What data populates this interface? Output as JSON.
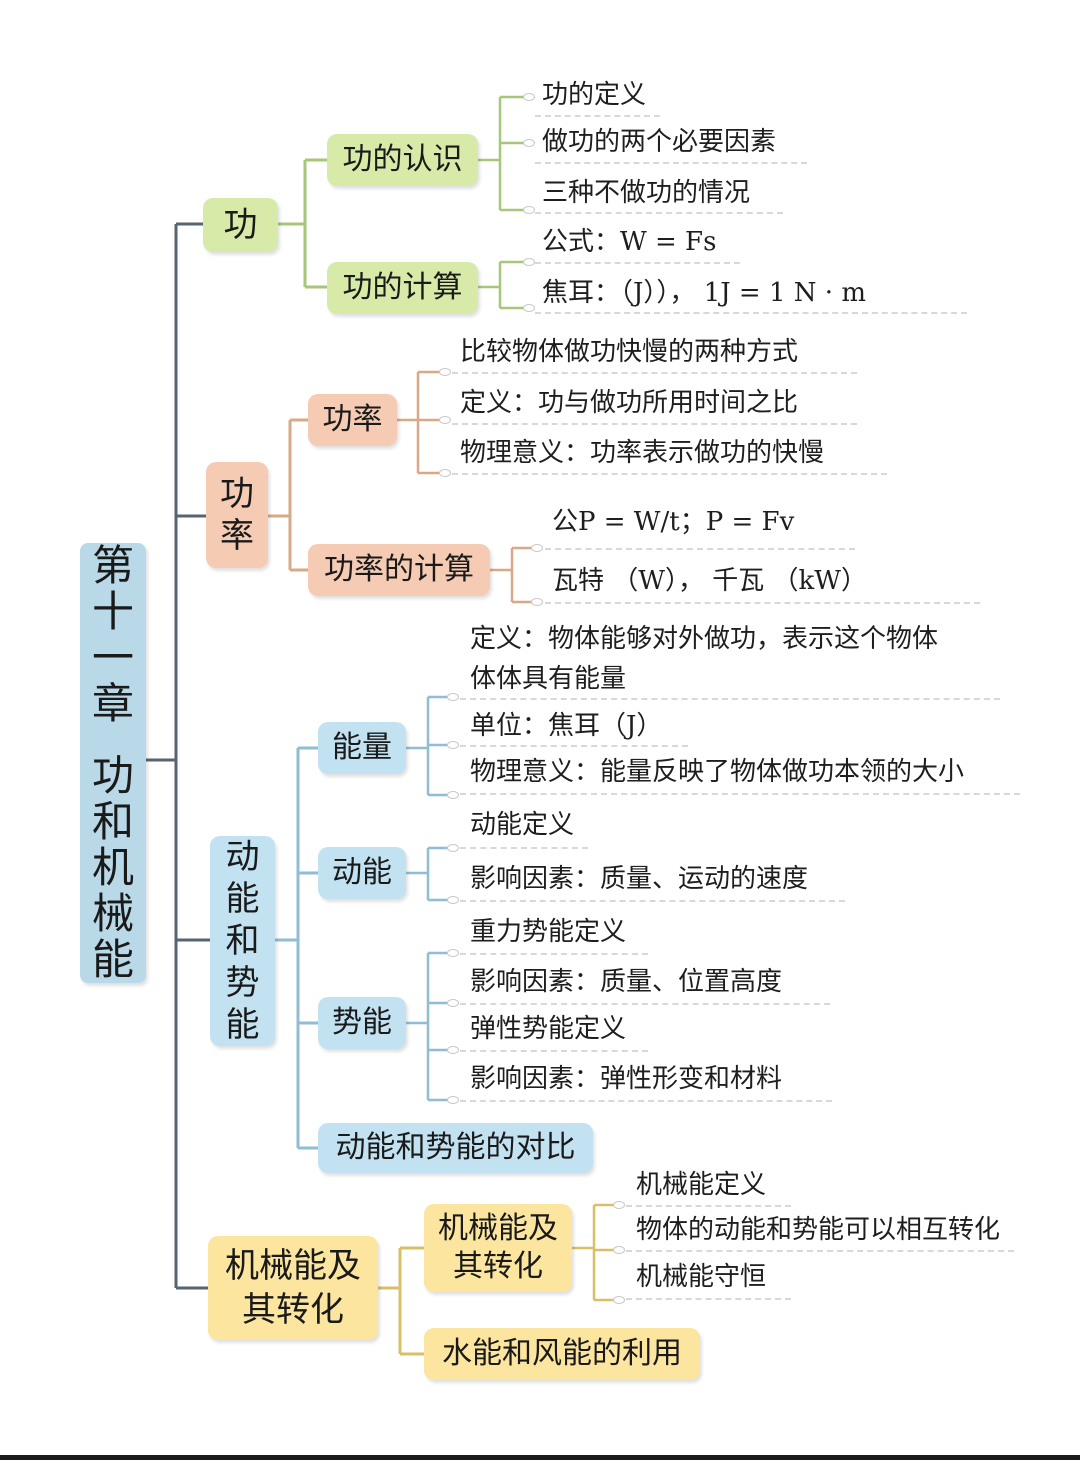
{
  "root": {
    "line1": "第十一章",
    "line2": "功和机械能"
  },
  "branches": {
    "work": {
      "label": "功",
      "understanding": {
        "label": "功的认识",
        "items": [
          "功的定义",
          "做功的两个必要因素",
          "三种不做功的情况"
        ]
      },
      "calculation": {
        "label": "功的计算",
        "items": [
          "公式：W = Fs",
          "焦耳：（J））， 1J = 1 N · m"
        ]
      }
    },
    "power": {
      "label": "功率",
      "power": {
        "label": "功率",
        "items": [
          "比较物体做功快慢的两种方式",
          "定义：功与做功所用时间之比",
          "物理意义：功率表示做功的快慢"
        ]
      },
      "calculation": {
        "label": "功率的计算",
        "items": [
          "公P = W/t；P = Fv",
          "瓦特 （W）， 千瓦 （kW）"
        ]
      }
    },
    "energy": {
      "label": "动能和势能",
      "energy": {
        "label": "能量",
        "items": [
          "定义：物体能够对外做功，表示这个物体",
          "体体具有能量",
          "单位：焦耳（J）",
          "物理意义：能量反映了物体做功本领的大小"
        ]
      },
      "kinetic": {
        "label": "动能",
        "items": [
          "动能定义",
          "影响因素：质量、运动的速度"
        ]
      },
      "potential": {
        "label": "势能",
        "items": [
          "重力势能定义",
          "影响因素：质量、位置高度",
          "弹性势能定义",
          "影响因素：弹性形变和材料"
        ]
      },
      "comparison": {
        "label": "动能和势能的对比"
      }
    },
    "mechanical": {
      "label": "机械能及其转化",
      "conversion": {
        "label": "机械能及其转化",
        "items": [
          "机械能定义",
          "物体的动能和势能可以相互转化",
          "机械能守恒"
        ]
      },
      "usage": {
        "label": "水能和风能的利用"
      }
    }
  },
  "colors": {
    "root": "#b9d9e8",
    "work": "#d7eaa8",
    "power": "#f5ccb3",
    "energy": "#c2e2f2",
    "mechanical": "#fbe59f",
    "work_line": "#a6c77a",
    "power_line": "#d9a886",
    "energy_line": "#8fbdd6",
    "mechanical_line": "#d8bf6a",
    "trunk_line": "#556672"
  }
}
